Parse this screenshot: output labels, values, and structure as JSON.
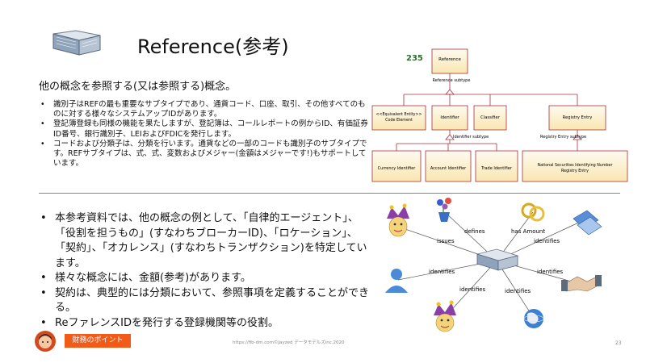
{
  "title": "Reference(参考)",
  "subtitle": "他の概念を参照する(又は参照する)概念。",
  "bullets_top": [
    "識別子はREFの最も重要なサブタイプであり、通貨コード、口座、取引、その他すべてのものに対する様々なシステムアップIDがあります。",
    "登記簿登録も同様の機能を果たしますが、登記簿は、コールレポートの例からID、有価証券ID番号、銀行識別子、LEIおよびFDICを発行します。",
    "コードおよび分類子は、分類を行います。通貨などの一部のコードも識別子のサブタイプです。REFサブタイプは、式、式、変数およびメジャー(金額はメジャーです!)もサポートしています。"
  ],
  "bullets_bottom": [
    "本参考資料では、他の概念の例として、「自律的エージェント」、「役割を担うもの」(すなわちブローカーID)、「ロケーション」、「契約」、「オカレンス」(すなわちトランザクション)を特定しています。",
    "様々な概念には、金額(参考)があります。",
    "契約は、典型的には分類において、参照事項を定義することができる。",
    "ReファレンスIDを発行する登録機関等の役割。"
  ],
  "uml": {
    "number": "235",
    "reference": "Reference",
    "reference_subtype": "Reference subtype",
    "equivalent_entity": [
      "<<Equivalent Entity>>",
      "Code Element"
    ],
    "identifier": "Identifier",
    "classifier": "Classifier",
    "registry_entry": "Registry Entry",
    "identifier_subtype": "Identifier subtype",
    "registry_entry_subtype": "Registry Entry subtype",
    "currency_identifier": "Currency Identifier",
    "account_identifier": "Account Identifier",
    "trade_identifier": "Trade Identifier",
    "nsin": [
      "National Securities Identifying Number",
      "Registry Entry"
    ]
  },
  "network_labels": {
    "defines": "defines",
    "has_amount": "has Amount",
    "issues": "issues",
    "identifies_1": "identifies",
    "identifies_2": "identifies",
    "identifies_3": "identifies",
    "identifies_4": "identifies",
    "identifies_5": "identifies"
  },
  "footer": {
    "badge": "財務のポイント",
    "url": "https://fib-dm.com©Jayzed データモデルズinc.2020",
    "page": "23"
  },
  "colors": {
    "accent_orange": "#f25a17",
    "divider_blue": "#5b8fc7",
    "uml_fill": "#fdf1c8",
    "uml_stroke": "#a3303a"
  }
}
